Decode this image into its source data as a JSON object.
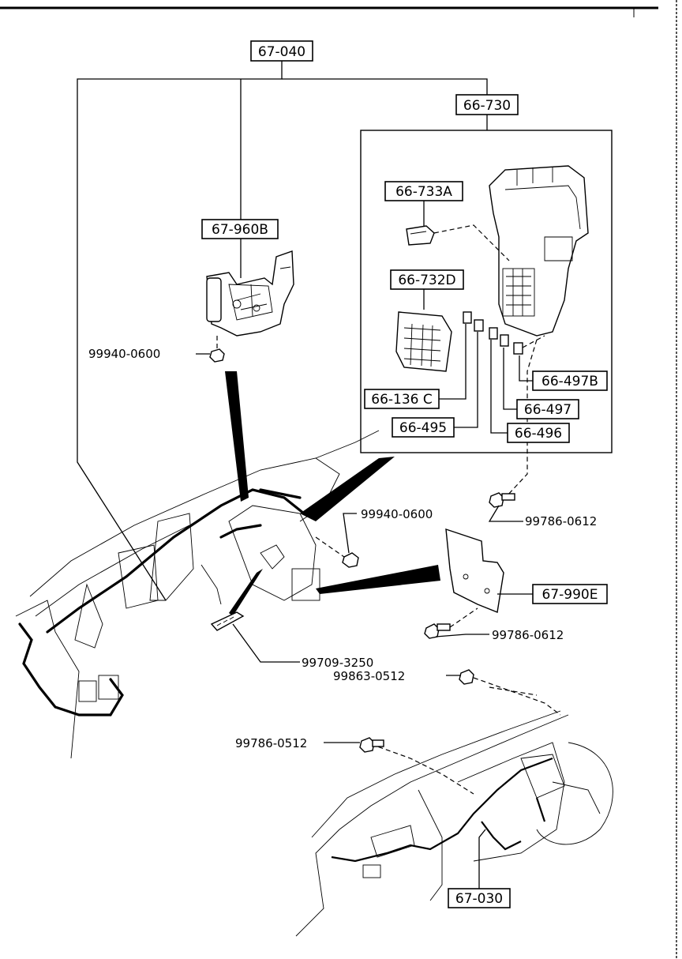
{
  "diagram": {
    "callouts": {
      "main_harness": "67-040",
      "fuse_block_assy": "66-730",
      "relay_bracket": "67-960B",
      "fuse_block_cover": "66-733A",
      "fuse_label": "66-732D",
      "fuse_small": "66-136 C",
      "fuse_495": "66-495",
      "fuse_496": "66-496",
      "fuse_497": "66-497",
      "fuse_497b": "66-497B",
      "bracket_plate": "67-990E",
      "sub_harness": "67-030"
    },
    "fasteners": {
      "nut_upper": "99940-0600",
      "nut_mid": "99940-0600",
      "bolt_fuse": "99786-0612",
      "bolt_bracket": "99786-0612",
      "clip": "99709-3250",
      "screw_lower": "99863-0512",
      "bolt_lower": "99786-0512"
    }
  }
}
